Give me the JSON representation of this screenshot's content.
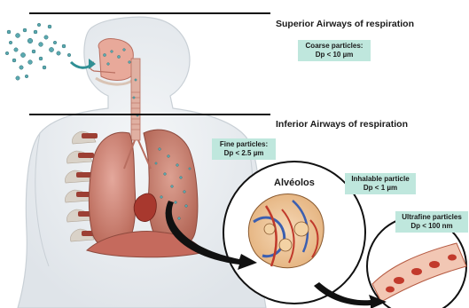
{
  "superior_title": "Superior Airways of respiration",
  "inferior_title": "Inferior Airways of respiration",
  "alveoli_title": "Alvéolos",
  "labels": {
    "coarse": {
      "line1": "Coarse particles:",
      "line2": "Dp < 10 µm"
    },
    "fine": {
      "line1": "Fine particles:",
      "line2": "Dp < 2.5 µm"
    },
    "inhalable": {
      "line1": "Inhalable particle",
      "line2": "Dp < 1 µm"
    },
    "ultrafine": {
      "line1": "Ultrafine particles",
      "line2": "Dp < 100 nm"
    }
  },
  "colors": {
    "label_fill": "#bfe7dd",
    "body_outline": "#d8dde2",
    "lung": "#c87a6c",
    "divider_line": "#111111",
    "particle": "#4aa0a8"
  }
}
